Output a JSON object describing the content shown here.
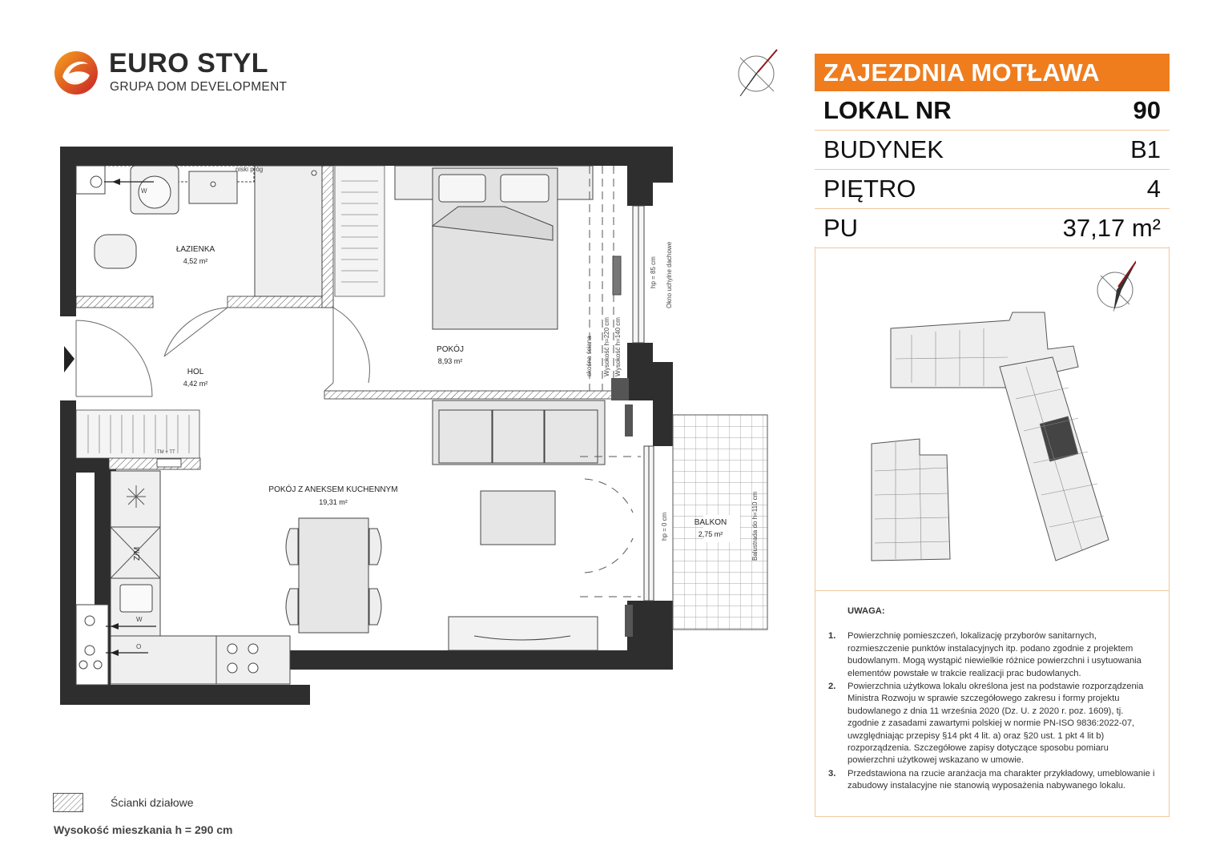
{
  "logo": {
    "brand": "EURO STYL",
    "subtitle": "GRUPA DOM DEVELOPMENT",
    "colors": {
      "orange": "#ef7d1e",
      "red": "#c8202a"
    }
  },
  "info": {
    "project": "ZAJEZDNIA MOTŁAWA",
    "rows": [
      {
        "label": "LOKAL NR",
        "value": "90"
      },
      {
        "label": "BUDYNEK",
        "value": "B1"
      },
      {
        "label": "PIĘTRO",
        "value": "4"
      },
      {
        "label": "PU",
        "value": "37,17 m²"
      }
    ],
    "accent_color": "#ef7d1e"
  },
  "rooms": {
    "bathroom": {
      "name": "ŁAZIENKA",
      "area": "4,52 m²"
    },
    "hall": {
      "name": "HOL",
      "area": "4,42 m²"
    },
    "bedroom": {
      "name": "POKÓJ",
      "area": "8,93 m²"
    },
    "living": {
      "name": "POKÓJ Z ANEKSEM KUCHENNYM",
      "area": "19,31 m²"
    },
    "balcony": {
      "name": "BALKON",
      "area": "2,75 m²"
    }
  },
  "plan_labels": {
    "low_threshold": "niski próg",
    "sloped_wall": "skośna ściana",
    "height_220": "Wysokość h=220 cm",
    "height_140": "Wysokość h=140 cm",
    "hp85": "hp = 85 cm",
    "roof_window": "Okno uchylne dachowe",
    "hp0": "hp = 0 cm",
    "balustrade": "Balustrada do h=110 cm",
    "tm_tt": "TM + TT",
    "fridge": "Z/M",
    "water": "W",
    "water2": "W",
    "drain": "O"
  },
  "legend": {
    "partition_walls": "Ścianki działowe",
    "apartment_height": "Wysokość mieszkania h = 290 cm"
  },
  "notes": {
    "title": "UWAGA:",
    "items": [
      {
        "num": "1.",
        "text": "Powierzchnię pomieszczeń, lokalizację przyborów sanitarnych, rozmieszczenie  punktów instalacyjnych itp. podano zgodnie z projektem budowlanym. Mogą wystąpić niewielkie różnice powierzchni i usytuowania elementów powstałe w trakcie realizacji prac budowlanych."
      },
      {
        "num": "2.",
        "text": "Powierzchnia użytkowa lokalu określona jest na podstawie rozporządzenia Ministra Rozwoju w sprawie szczegółowego zakresu i formy projektu budowlanego z dnia 11 września 2020 (Dz. U. z 2020 r. poz. 1609), tj. zgodnie z zasadami zawartymi polskiej w normie PN-ISO 9836:2022-07, uwzględniając przepisy §14 pkt 4 lit. a) oraz §20 ust. 1 pkt 4 lit b) rozporządzenia. Szczegółowe zapisy dotyczące sposobu pomiaru powierzchni użytkowej wskazano w umowie."
      },
      {
        "num": "3.",
        "text": "Przedstawiona na rzucie aranżacja ma charakter przykładowy, umeblowanie i zabudowy instalacyjne nie stanowią wyposażenia nabywanego lokalu."
      }
    ]
  }
}
